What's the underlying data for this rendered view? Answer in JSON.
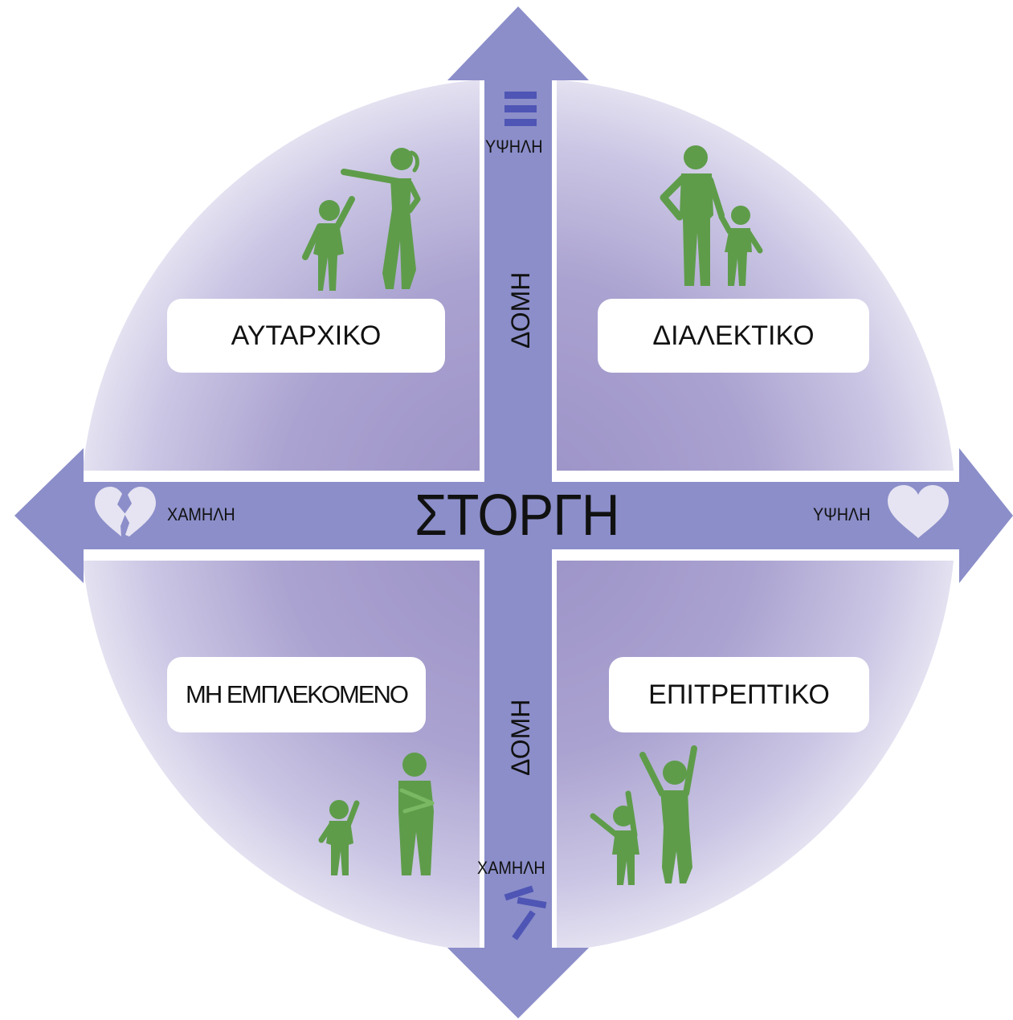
{
  "center": {
    "title": "ΣΤΟΡΓΗ"
  },
  "horizontal_axis": {
    "left_label": "ΧΑΜΗΛΗ",
    "right_label": "ΥΨΗΛΗ"
  },
  "vertical_axis": {
    "top_label": "ΥΨΗΛΗ",
    "bottom_label": "ΧΑΜΗΛΗ",
    "name_upper": "ΔΟΜΗ",
    "name_lower": "ΔΟΜΗ"
  },
  "quadrants": {
    "top_left": "ΑΥΤΑΡΧΙΚΟ",
    "top_right": "ΔΙΑΛΕΚΤΙΚΟ",
    "bottom_left": "ΜΗ ΕΜΠΛΕΚΟΜΕΝΟ",
    "bottom_right": "ΕΠΙΤΡΕΠΤΙΚΟ"
  },
  "icons": {
    "left": "broken-heart-icon",
    "right": "heart-icon",
    "top": "stacked-bars-icon",
    "bottom": "scattered-bars-icon"
  },
  "colors": {
    "circle_center": "#9c93c8",
    "circle_edge": "#e2def0",
    "arrow": "#8b8ec9",
    "figure": "#5e9c4a",
    "icon_light": "#e6e4f2",
    "icon_dark": "#4f55b4"
  }
}
